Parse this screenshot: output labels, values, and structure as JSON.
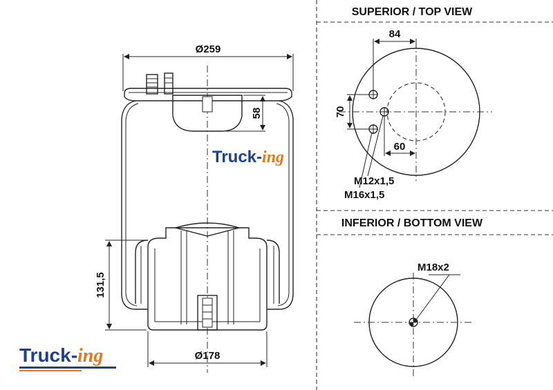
{
  "views": {
    "top_title": "SUPERIOR / TOP VIEW",
    "bottom_title": "INFERIOR / BOTTOM VIEW"
  },
  "dimensions": {
    "top_diameter": "Ø259",
    "bottom_diameter": "Ø178",
    "plate_height": "58",
    "piston_height": "131,5",
    "top_width_84": "84",
    "top_height_70": "70",
    "top_offset_60": "60"
  },
  "threads": {
    "m12": "M12x1,5",
    "m16": "M16x1,5",
    "m18": "M18x2"
  },
  "brand": {
    "name_main": "Truck-",
    "name_suffix": "ing",
    "main_color": "#1f3f8f",
    "accent_color": "#e07a1f"
  }
}
